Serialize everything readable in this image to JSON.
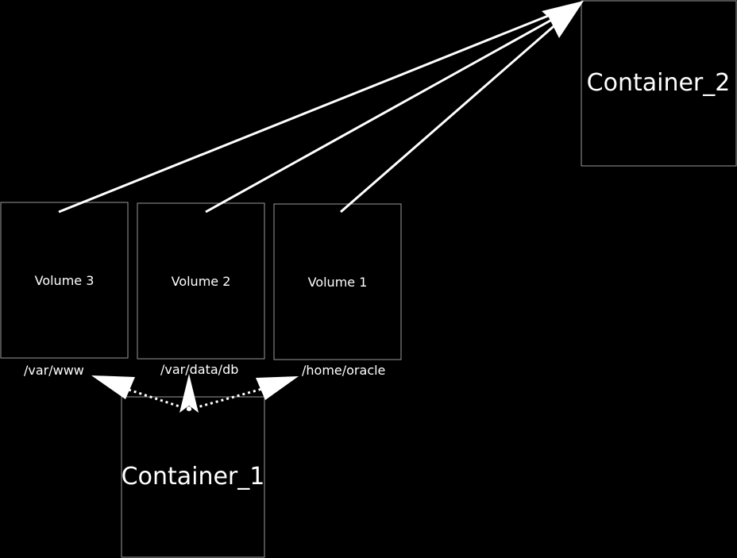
{
  "containers": {
    "container_1": {
      "label": "Container_1"
    },
    "container_2": {
      "label": "Container_2"
    }
  },
  "volumes": [
    {
      "label": "Volume 3",
      "mount_path": "/var/www"
    },
    {
      "label": "Volume 2",
      "mount_path": "/var/data/db"
    },
    {
      "label": "Volume 1",
      "mount_path": "/home/oracle"
    }
  ],
  "colors": {
    "background": "#000000",
    "box_border": "#9a9a9a",
    "text": "#ffffff",
    "arrow": "#ffffff"
  }
}
